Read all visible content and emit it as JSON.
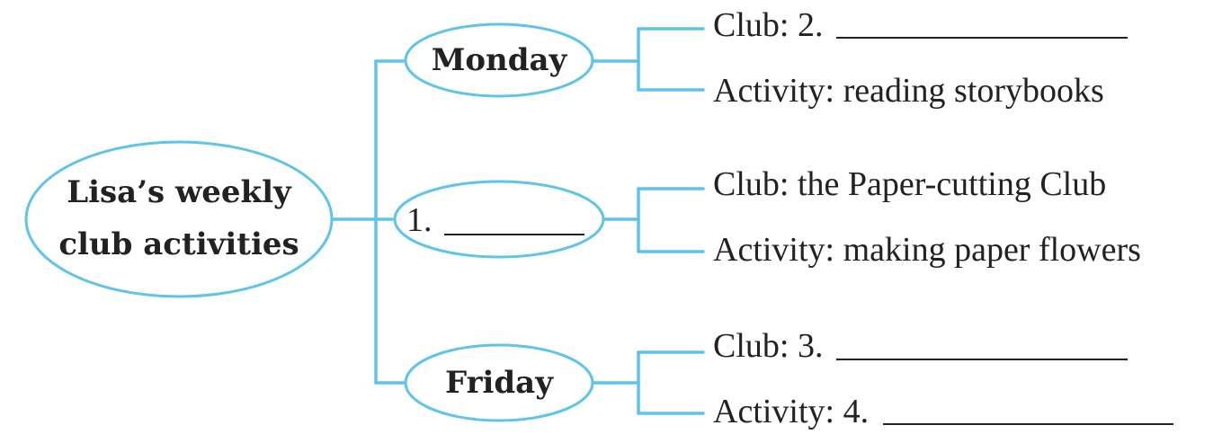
{
  "center": {
    "line1": "Lisa’s weekly",
    "line2": "club activities"
  },
  "days": [
    {
      "day": "Monday",
      "club": {
        "prefix": "Club: 2.",
        "blank": true
      },
      "activity": {
        "text": "Activity: reading storybooks",
        "blank": false
      }
    },
    {
      "day": "1.",
      "day_blank": true,
      "club": {
        "text": "Club: the Paper-cutting Club",
        "blank": false
      },
      "activity": {
        "text": "Activity: making paper flowers",
        "blank": false
      }
    },
    {
      "day": "Friday",
      "club": {
        "prefix": "Club: 3.",
        "blank": true
      },
      "activity": {
        "prefix": "Activity: 4.",
        "blank": true
      }
    }
  ],
  "colors": {
    "accent": "#5ec4e9",
    "text": "#222222",
    "background": "#ffffff"
  }
}
